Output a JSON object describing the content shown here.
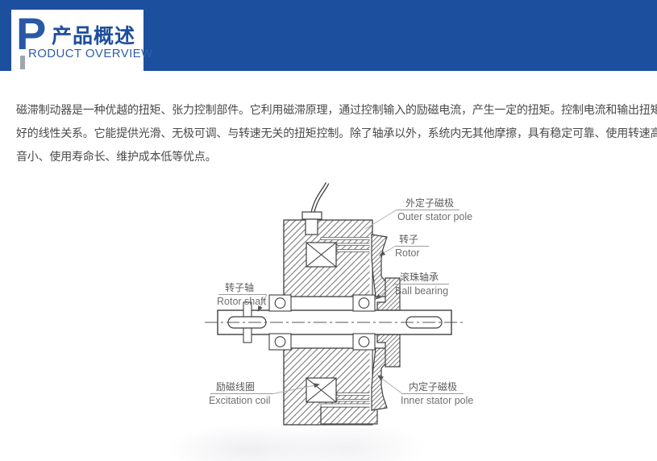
{
  "header": {
    "logo_letter": "P",
    "title_cn": "产品概述",
    "title_en": "RODUCT OVERVIEW",
    "banner_color": "#1c4f9e"
  },
  "intro": {
    "lines": [
      "磁滞制动器是一种优越的扭矩、张力控制部件。它利用磁滞原理，通过控制输入的励磁电流，产生一定的扭矩。控制电流和输出扭矩有较",
      "好的线性关系。它能提供光滑、无极可调、与转速无关的扭矩控制。除了轴承以外，系统内无其他摩擦，具有稳定可靠、使用转速高、噪",
      "音小、使用寿命长、维护成本低等优点。"
    ]
  },
  "diagram": {
    "labels": {
      "outer_stator": {
        "cn": "外定子磁极",
        "en": "Outer stator pole"
      },
      "rotor": {
        "cn": "转子",
        "en": "Rotor"
      },
      "ball_bearing": {
        "cn": "滚珠轴承",
        "en": "Ball bearing"
      },
      "rotor_shaft": {
        "cn": "转子轴",
        "en": "Rotor shaft"
      },
      "excitation_coil": {
        "cn": "励磁线圈",
        "en": "Excitation coil"
      },
      "inner_stator": {
        "cn": "内定子磁极",
        "en": "Inner stator pole"
      }
    }
  }
}
